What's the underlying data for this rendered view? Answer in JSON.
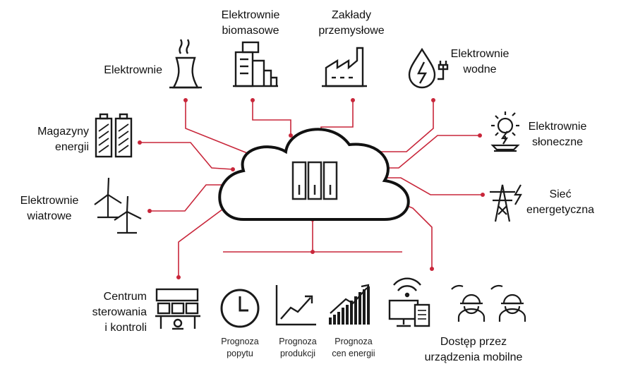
{
  "colors": {
    "line": "#c8263a",
    "icon": "#1a1a1a",
    "text": "#111111"
  },
  "labels": {
    "elektrownie": "Elektrownie",
    "biomasowe": [
      "Elektrownie",
      "biomasowe"
    ],
    "przemyslowe": [
      "Zakłady",
      "przemysłowe"
    ],
    "wodne": [
      "Elektrownie",
      "wodne"
    ],
    "magazyny": [
      "Magazyny",
      "energii"
    ],
    "sloneczne": [
      "Elektrownie",
      "słoneczne"
    ],
    "wiatrowe": [
      "Elektrownie",
      "wiatrowe"
    ],
    "siec": [
      "Sieć",
      "energetyczna"
    ],
    "centrum": [
      "Centrum",
      "sterowania",
      "i kontroli"
    ],
    "popyt": [
      "Prognoza",
      "popytu"
    ],
    "produkcja": [
      "Prognoza",
      "produkcji"
    ],
    "ceny": [
      "Prognoza",
      "cen energii"
    ],
    "mobilne": [
      "Dostęp przez",
      "urządzenia mobilne"
    ]
  },
  "icons": [
    "power-plant-cooling-tower-icon",
    "biomass-plant-icon",
    "factory-icon",
    "hydro-power-icon",
    "battery-storage-icon",
    "solar-panel-icon",
    "wind-turbine-icon",
    "transmission-tower-icon",
    "cloud-server-icon",
    "control-center-icon",
    "clock-icon",
    "production-trend-icon",
    "price-chart-icon",
    "mobile-devices-icon",
    "users-wifi-icon"
  ]
}
